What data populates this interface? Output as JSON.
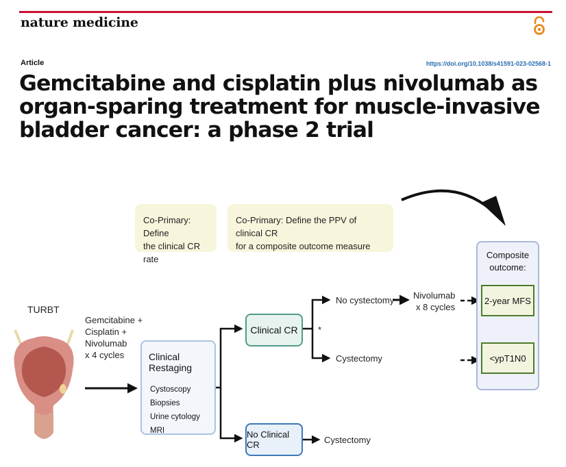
{
  "header": {
    "journal": "nature medicine",
    "article_label": "Article",
    "doi": "https://doi.org/10.1038/s41591-023-02568-1"
  },
  "title": "Gemcitabine and cisplatin plus nivolumab as organ-sparing treatment for muscle-invasive bladder cancer: a phase 2 trial",
  "figure": {
    "turbt": "TURBT",
    "regimen": [
      "Gemcitabine +",
      "Cisplatin +",
      "Nivolumab",
      "x 4 cycles"
    ],
    "coprimary_1": [
      "Co-Primary: Define",
      "the clinical CR rate"
    ],
    "coprimary_2": [
      "Co-Primary: Define the PPV of clinical CR",
      "for a composite outcome measure"
    ],
    "restaging": {
      "title": "Clinical Restaging",
      "items": [
        "Cystoscopy",
        "Biopsies",
        "Urine cytology",
        "MRI"
      ]
    },
    "clinical_cr": "Clinical CR",
    "no_clinical_cr": "No Clinical CR",
    "no_cystectomy": "No cystectomy",
    "cystectomy_1": "Cystectomy",
    "cystectomy_2": "Cystectomy",
    "asterisk": "*",
    "nivolumab_maint": [
      "Nivolumab",
      "x 8 cycles"
    ],
    "composite": [
      "Composite",
      "outcome:"
    ],
    "outcome_1": "2-year MFS",
    "outcome_2": "<ypT1N0"
  },
  "colors": {
    "rule": "#c8102e",
    "doi": "#2a6cb0",
    "clinical_cr_border": "#4f9b8a",
    "no_clinical_cr_border": "#3c78b9",
    "outcome_border": "#4d7a2a"
  }
}
